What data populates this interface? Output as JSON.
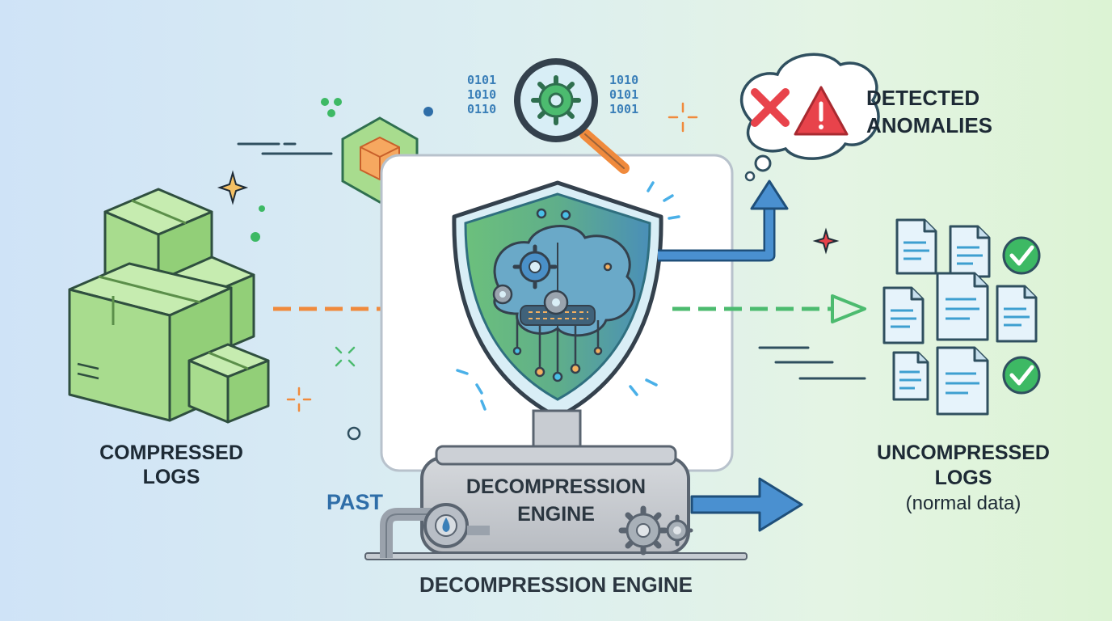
{
  "labels": {
    "compressed_line1": "COMPRESSED",
    "compressed_line2": "LOGS",
    "detected_line1": "DETECTED",
    "detected_line2": "ANOMALIES",
    "uncompressed_line1": "UNCOMPRESSED",
    "uncompressed_line2": "LOGS",
    "uncompressed_note": "(normal data)",
    "past": "PAST",
    "engine_box_line1": "DECOMPRESSION",
    "engine_box_line2": "ENGINE",
    "engine_bottom": "DECOMPRESSION ENGINE"
  },
  "binary": {
    "left_rows": [
      "0101",
      "1010",
      "0110"
    ],
    "right_rows": [
      "1010",
      "0101",
      "1001"
    ]
  },
  "colors": {
    "box_green": "#a8dc8e",
    "box_stroke": "#2f4f3f",
    "flow_orange": "#f08a3c",
    "flow_green": "#4cbb6f",
    "arrow_blue": "#4a90d0",
    "anomaly_red": "#e8434b",
    "check_green": "#3db964",
    "shield_teal": "#3a8fb0"
  },
  "icons": [
    "box-icon",
    "hexagon-cube-icon",
    "magnifier-gear-icon",
    "shield-brain-icon",
    "gear-icon",
    "error-x-icon",
    "warning-triangle-icon",
    "document-icon",
    "checkmark-icon",
    "pipe-valve-icon",
    "sparkle-icon"
  ]
}
